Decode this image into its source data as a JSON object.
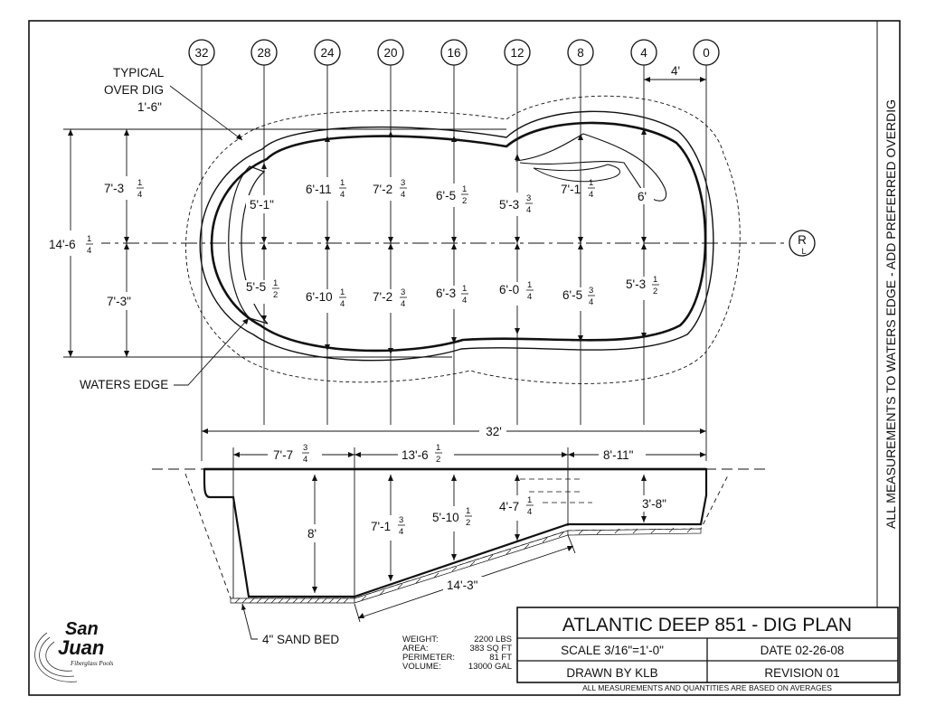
{
  "stations": [
    "32",
    "28",
    "24",
    "20",
    "16",
    "12",
    "8",
    "4",
    "0"
  ],
  "centerline_symbol": {
    "top": "R",
    "bottom": "L"
  },
  "side_note": "ALL MEASUREMENTS TO WATERS EDGE - ADD PREFERRED OVERDIG",
  "callouts": {
    "overdig_line1": "TYPICAL",
    "overdig_line2": "OVER DIG",
    "overdig_line3": "1'-6\"",
    "waters_edge": "WATERS EDGE",
    "sand_bed": "4\" SAND BED"
  },
  "plan": {
    "station_spacing": "4'",
    "upper_width": "7'-3",
    "upper_width_frac": [
      "1",
      "4"
    ],
    "lower_width": "7'-3\"",
    "total_width": "14'-6",
    "total_width_frac": [
      "1",
      "4"
    ],
    "upper_dims": [
      {
        "whole": "5'-1\"",
        "num": "",
        "den": ""
      },
      {
        "whole": "6'-11",
        "num": "1",
        "den": "4"
      },
      {
        "whole": "7'-2",
        "num": "3",
        "den": "4"
      },
      {
        "whole": "6'-5",
        "num": "1",
        "den": "2"
      },
      {
        "whole": "5'-3",
        "num": "3",
        "den": "4"
      },
      {
        "whole": "7'-1",
        "num": "1",
        "den": "4"
      },
      {
        "whole": "6'",
        "num": "",
        "den": ""
      }
    ],
    "lower_dims": [
      {
        "whole": "5'-5",
        "num": "1",
        "den": "2"
      },
      {
        "whole": "6'-10",
        "num": "1",
        "den": "4"
      },
      {
        "whole": "7'-2",
        "num": "3",
        "den": "4"
      },
      {
        "whole": "6'-3",
        "num": "1",
        "den": "4"
      },
      {
        "whole": "6'-0",
        "num": "1",
        "den": "4"
      },
      {
        "whole": "6'-5",
        "num": "3",
        "den": "4"
      },
      {
        "whole": "5'-3",
        "num": "1",
        "den": "2"
      }
    ]
  },
  "section": {
    "overall_length": "32'",
    "seg1": {
      "whole": "7'-7",
      "num": "3",
      "den": "4"
    },
    "seg2": {
      "whole": "13'-6",
      "num": "1",
      "den": "2"
    },
    "seg3": "8'-11\"",
    "deep_depth": "8'",
    "depths": [
      {
        "whole": "7'-1",
        "num": "3",
        "den": "4"
      },
      {
        "whole": "5'-10",
        "num": "1",
        "den": "2"
      },
      {
        "whole": "4'-7",
        "num": "1",
        "den": "4"
      }
    ],
    "shallow_depth": "3'-8\"",
    "slope_length": "14'-3\""
  },
  "specs": {
    "labels": [
      "WEIGHT:",
      "AREA:",
      "PERIMETER:",
      "VOLUME:"
    ],
    "values": [
      "2200 LBS",
      "383 SQ FT",
      "81 FT",
      "13000 GAL"
    ]
  },
  "title_block": {
    "title": "ATLANTIC DEEP 851 - DIG PLAN",
    "scale": "SCALE 3/16\"=1'-0\"",
    "date": "DATE 02-26-08",
    "drawn_by": "DRAWN BY KLB",
    "revision": "REVISION 01",
    "note": "ALL MEASUREMENTS AND QUANTITIES ARE BASED ON AVERAGES"
  },
  "logo": {
    "line1": "San",
    "line2": "Juan",
    "tagline": "Fiberglass Pools"
  }
}
